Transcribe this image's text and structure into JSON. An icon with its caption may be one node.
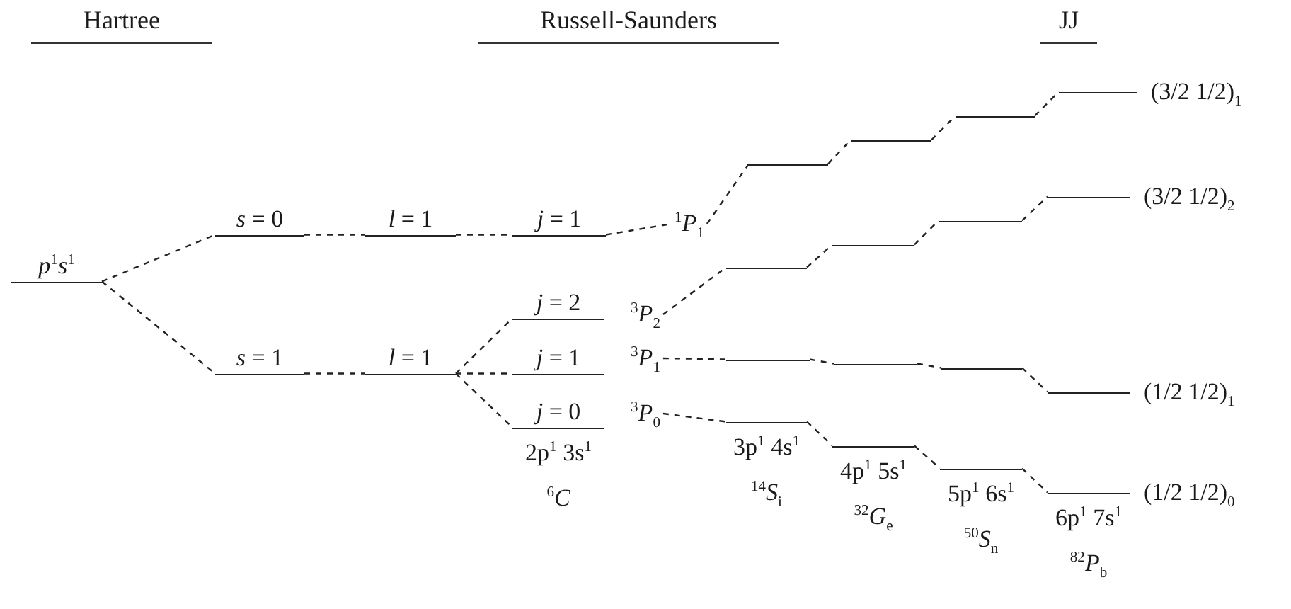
{
  "diagram": {
    "nodes": [
      {
        "text": [
          "*p*$^{1}$*s*$^{1}$"
        ]
      },
      {
        "text": [
          "*s* = 0"
        ]
      },
      {
        "text": [
          "*s* = 1"
        ]
      },
      {
        "text": [
          "*l* = 1"
        ]
      },
      {
        "text": [
          "*l* = 1"
        ]
      },
      {
        "text": [
          "*j* = 1"
        ]
      },
      {
        "text": [
          "$^{1}$*P*$_{1}$"
        ]
      },
      {
        "text": [
          "*j* = 2"
        ]
      },
      {
        "text": [
          "$^{3}$*P*$_{2}$"
        ]
      },
      {
        "text": [
          "*j* = 1"
        ]
      },
      {
        "text": [
          "$^{3}$*P*$_{1}$"
        ]
      },
      {
        "text": [
          "*j* = 0"
        ],
        "beside": [
          "2p$^{1}$ 3s$^{1}$",
          "$^{6}$*C*"
        ]
      },
      {
        "text": [
          "$^{3}$*P*$_{0}$"
        ]
      },
      {
        "text": [],
        "shape": "bar"
      },
      {
        "text": [],
        "shape": "bar"
      },
      {
        "text": [],
        "shape": "bar"
      },
      {
        "text": [],
        "shape": "bar",
        "beside": [
          "(3/2 1/2)$_{1}$"
        ]
      },
      {
        "text": [],
        "shape": "bar"
      },
      {
        "text": [],
        "shape": "bar"
      },
      {
        "text": [],
        "shape": "bar"
      },
      {
        "text": [],
        "shape": "bar",
        "beside": [
          "(3/2 1/2)$_{2}$"
        ]
      },
      {
        "text": [],
        "shape": "bar"
      },
      {
        "text": [],
        "shape": "bar"
      },
      {
        "text": [],
        "shape": "bar"
      },
      {
        "text": [],
        "shape": "bar",
        "beside": [
          "(1/2 1/2)$_{1}$"
        ]
      },
      {
        "text": [],
        "shape": "bar",
        "beside": [
          "3p$^{1}$ 4s$^{1}$",
          "$^{14}$*S*$_{i}$"
        ]
      },
      {
        "text": [],
        "shape": "bar",
        "beside": [
          "4p$^{1}$ 5s$^{1}$",
          "$^{32}$*G*$_{e}$"
        ]
      },
      {
        "text": [],
        "shape": "bar",
        "beside": [
          "5p$^{1}$ 6s$^{1}$",
          "$^{50}$*S*$_{n}$"
        ]
      },
      {
        "text": [],
        "shape": "bar",
        "beside": [
          "6p$^{1}$ 7s$^{1}$",
          "$^{82}$*P*$_{b}$",
          "(1/2 1/2)$_{0}$"
        ]
      }
    ],
    "edges": [
      {
        "from": 0,
        "to": 1,
        "arrow": "none",
        "style": "dashed"
      },
      {
        "from": 0,
        "to": 2,
        "arrow": "none",
        "style": "dashed"
      },
      {
        "from": 1,
        "to": 3,
        "arrow": "none",
        "style": "dashed"
      },
      {
        "from": 2,
        "to": 4,
        "arrow": "none",
        "style": "dashed"
      },
      {
        "from": 3,
        "to": 5,
        "arrow": "none",
        "style": "dashed"
      },
      {
        "from": 5,
        "to": 6,
        "arrow": "none",
        "style": "dashed"
      },
      {
        "from": 6,
        "to": 13,
        "arrow": "none",
        "style": "dashed"
      },
      {
        "from": 4,
        "to": 7,
        "arrow": "none",
        "style": "dashed"
      },
      {
        "from": 4,
        "to": 9,
        "arrow": "none",
        "style": "dashed"
      },
      {
        "from": 4,
        "to": 11,
        "arrow": "none",
        "style": "dashed"
      },
      {
        "from": 8,
        "to": 17,
        "arrow": "none",
        "style": "dashed"
      },
      {
        "from": 10,
        "to": 21,
        "arrow": "none",
        "style": "dashed"
      },
      {
        "from": 12,
        "to": 25,
        "arrow": "none",
        "style": "dashed"
      },
      {
        "from": 13,
        "to": 14,
        "arrow": "none",
        "style": "dashed"
      },
      {
        "from": 14,
        "to": 15,
        "arrow": "none",
        "style": "dashed"
      },
      {
        "from": 15,
        "to": 16,
        "arrow": "none",
        "style": "dashed"
      },
      {
        "from": 17,
        "to": 18,
        "arrow": "none",
        "style": "dashed"
      },
      {
        "from": 18,
        "to": 19,
        "arrow": "none",
        "style": "dashed"
      },
      {
        "from": 19,
        "to": 20,
        "arrow": "none",
        "style": "dashed"
      },
      {
        "from": 21,
        "to": 22,
        "arrow": "none",
        "style": "dashed"
      },
      {
        "from": 22,
        "to": 23,
        "arrow": "none",
        "style": "dashed"
      },
      {
        "from": 23,
        "to": 24,
        "arrow": "none",
        "style": "dashed"
      },
      {
        "from": 25,
        "to": 26,
        "arrow": "none",
        "style": "dashed"
      },
      {
        "from": 26,
        "to": 27,
        "arrow": "none",
        "style": "dashed"
      },
      {
        "from": 27,
        "to": 28,
        "arrow": "none",
        "style": "dashed"
      }
    ],
    "labels": [
      "Hartree",
      "Russell-Saunders",
      "JJ"
    ]
  }
}
